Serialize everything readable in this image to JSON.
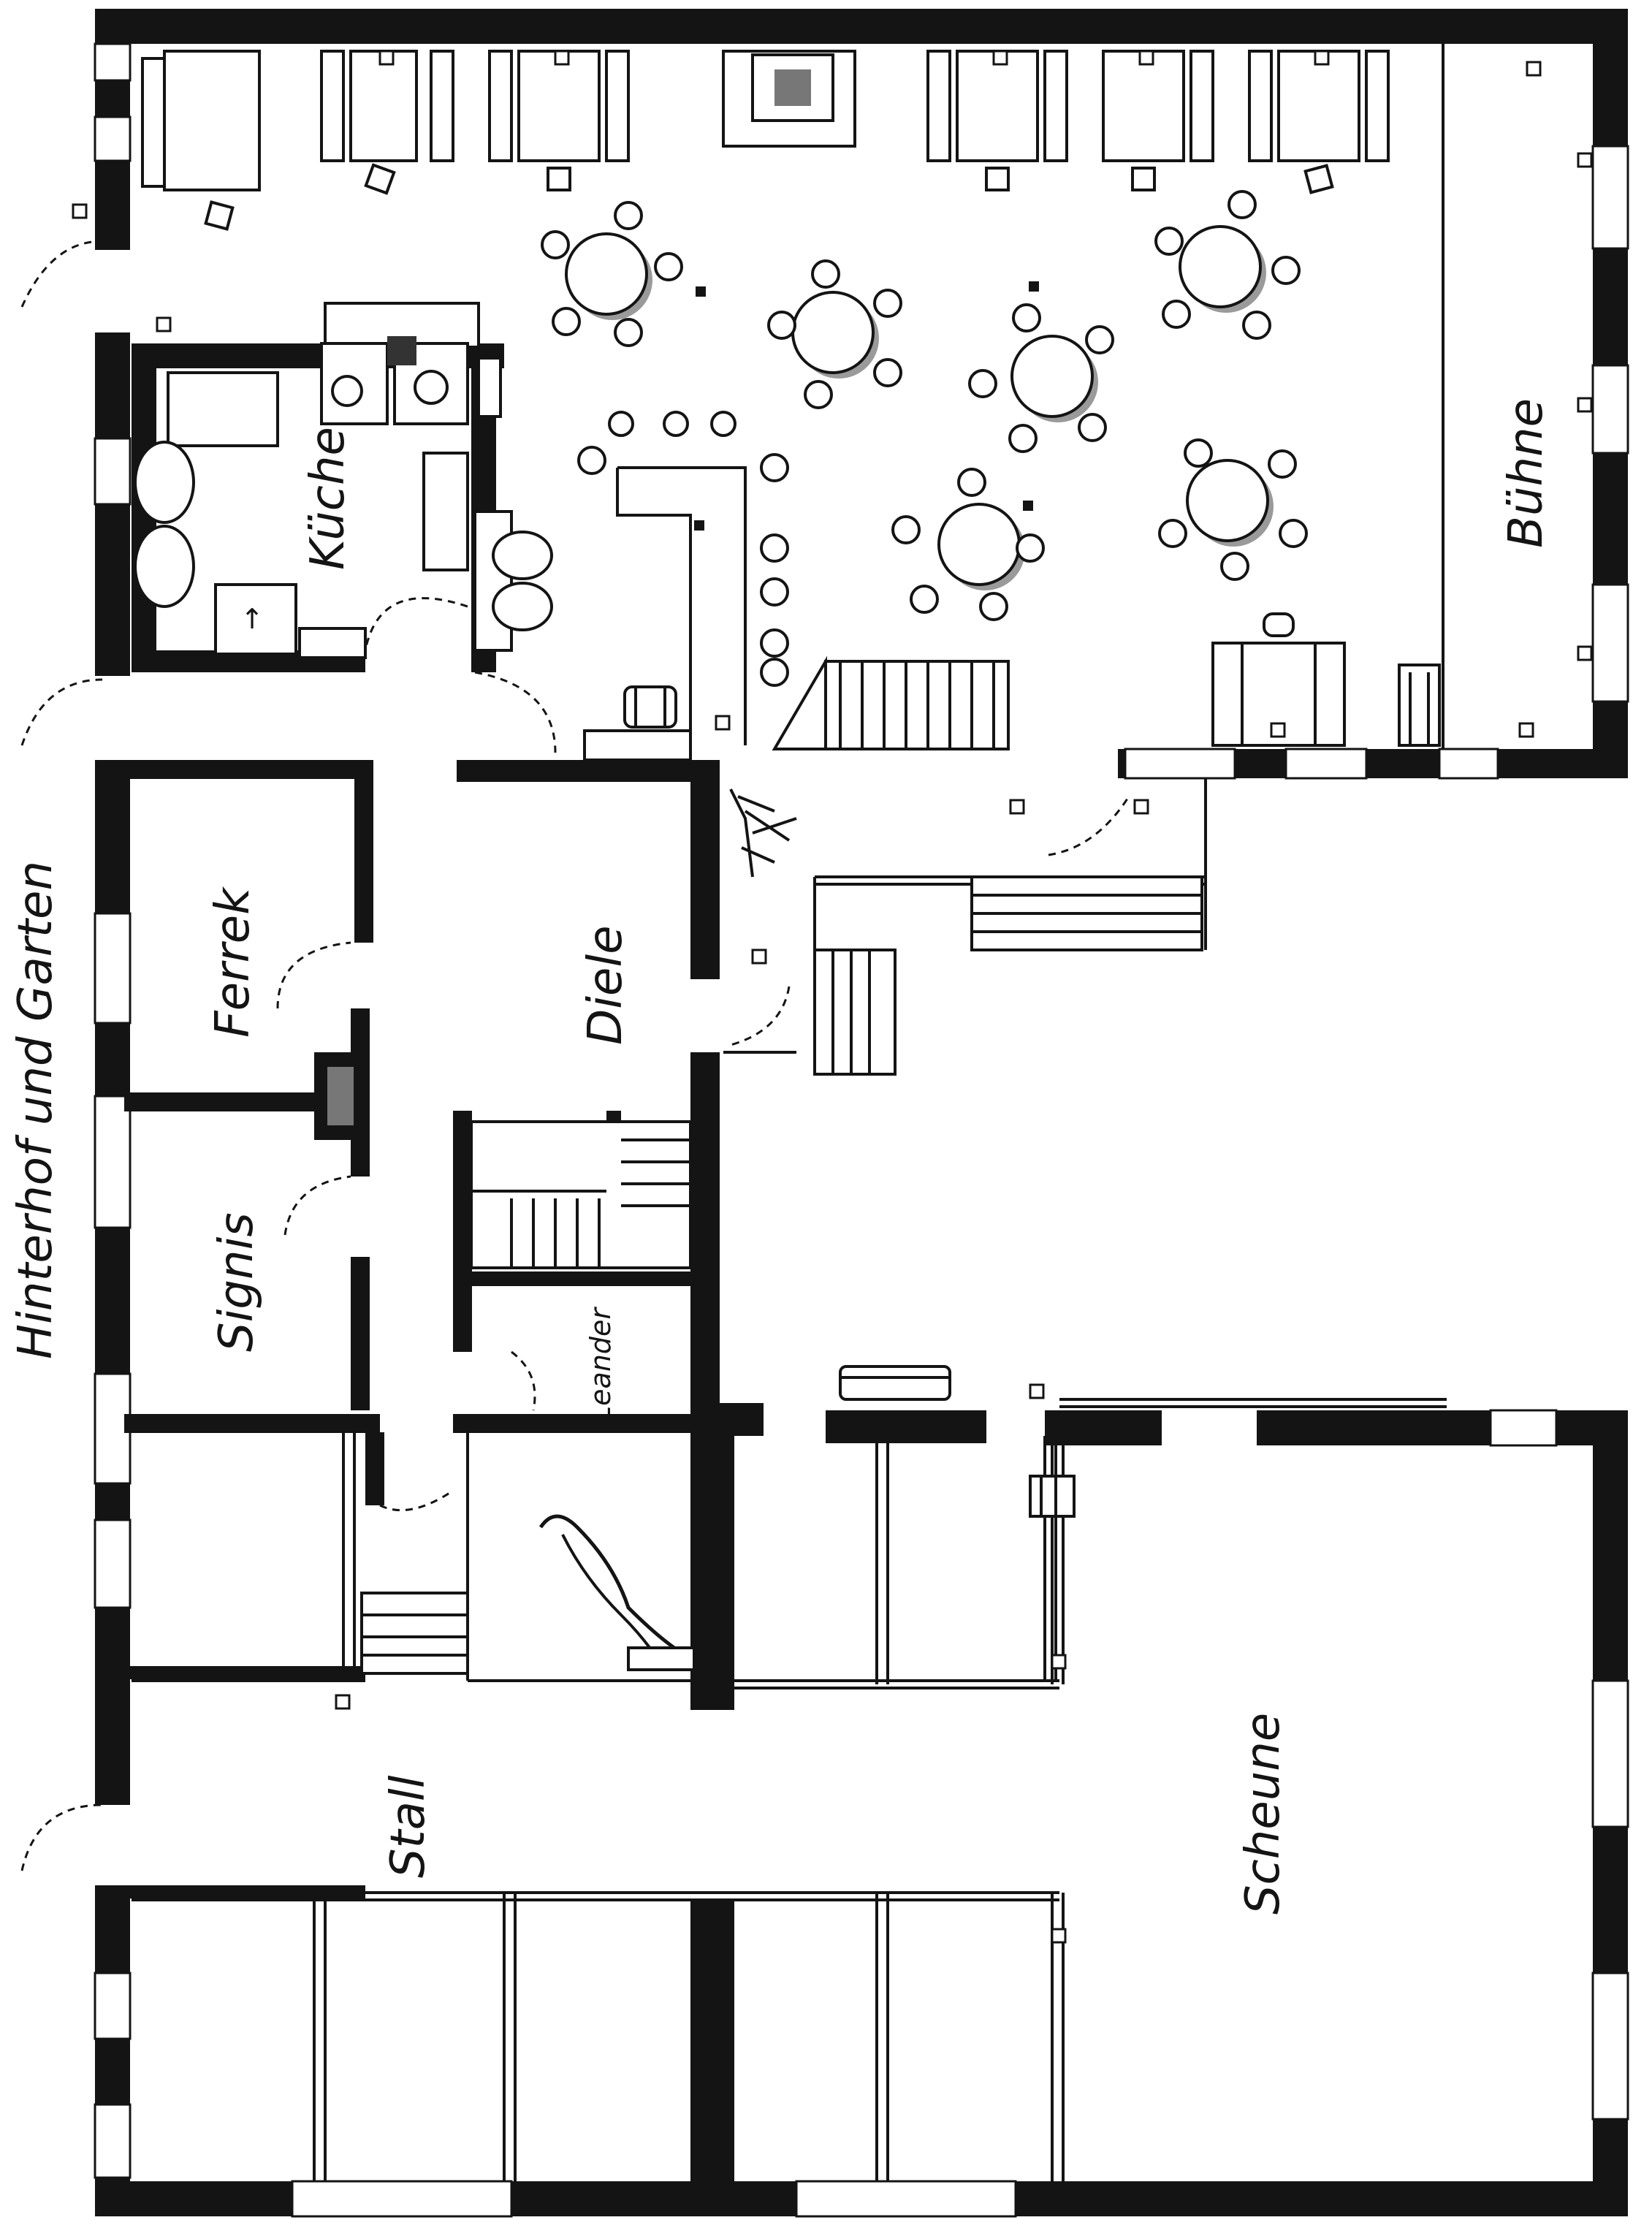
{
  "map": {
    "rooms": {
      "kitchen": "Küche",
      "stage": "Bühne",
      "hall": "Diele",
      "ferrek": "Ferrek",
      "signis": "Signis",
      "leander": "Leander",
      "stable": "Stall",
      "barn": "Scheune"
    },
    "outside": "Hinterhof und Garten"
  }
}
